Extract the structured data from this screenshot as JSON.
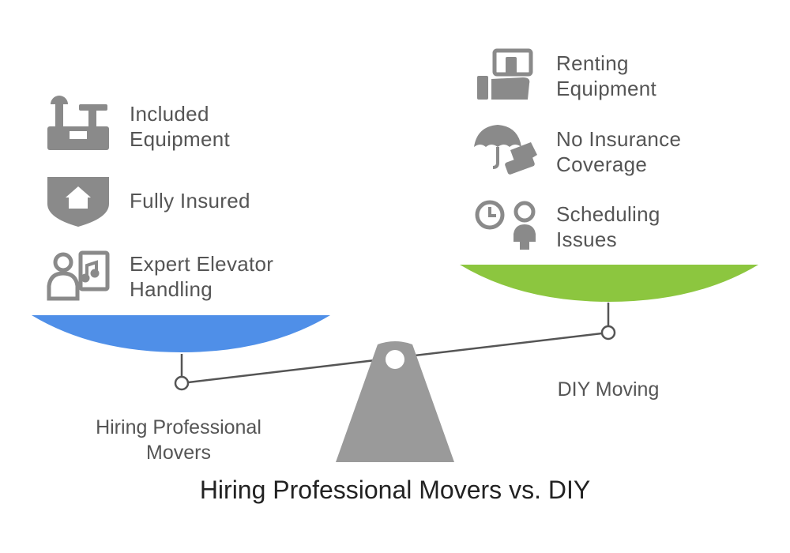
{
  "title": "Hiring Professional Movers vs. DIY",
  "colors": {
    "left_pan": "#4f8fe8",
    "right_pan": "#8cc63f",
    "icon": "#8a8a8a",
    "fulcrum": "#9a9a9a",
    "text": "#555555",
    "title": "#222222"
  },
  "left": {
    "label_lines": [
      "Hiring Professional",
      "Movers"
    ],
    "items": [
      {
        "lines": [
          "Included",
          "Equipment"
        ],
        "icon": "tools-box-icon"
      },
      {
        "lines": [
          "Fully Insured"
        ],
        "icon": "shield-home-icon"
      },
      {
        "lines": [
          "Expert Elevator",
          "Handling"
        ],
        "icon": "worker-elevator-icon"
      }
    ]
  },
  "right": {
    "label_lines": [
      "DIY Moving"
    ],
    "items": [
      {
        "lines": [
          "Renting",
          "Equipment"
        ],
        "icon": "hand-money-icon"
      },
      {
        "lines": [
          "No Insurance",
          "Coverage"
        ],
        "icon": "umbrella-broken-icon"
      },
      {
        "lines": [
          "Scheduling",
          "Issues"
        ],
        "icon": "clock-person-icon"
      }
    ]
  }
}
